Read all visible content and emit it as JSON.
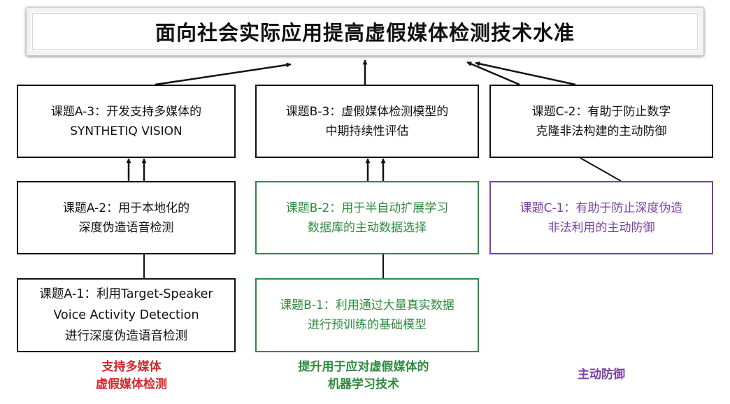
{
  "title": "面向社会实际应用提高虚假媒体检测技术水准",
  "boxes": {
    "a3": {
      "line1": "课题A-3：开发支持多媒体的",
      "line2": "SYNTHETIQ VISION"
    },
    "b3": {
      "line1": "课题B-3：虚假媒体检测模型的",
      "line2": "中期持续性评估"
    },
    "c2": {
      "line1": "课题C-2：有助于防止数字",
      "line2": "克隆非法构建的主动防御"
    },
    "a2": {
      "line1": "课题A-2：用于本地化的",
      "line2": "深度伪造语音检测"
    },
    "b2": {
      "line1": "课题B-2：用于半自动扩展学习",
      "line2": "数据库的主动数据选择"
    },
    "c1": {
      "line1": "课题C-1：有助于防止深度伪造",
      "line2": "非法利用的主动防御"
    },
    "a1": {
      "line1": "课题A-1：利用Target-Speaker",
      "line2": "Voice Activity Detection",
      "line3": "进行深度伪造语音检测"
    },
    "b1": {
      "line1": "课题B-1：利用通过大量真实数据",
      "line2": "进行预训练的基础模型"
    }
  },
  "categories": {
    "a": {
      "line1": "支持多媒体",
      "line2": "虚假媒体检测"
    },
    "b": {
      "line1": "提升用于应对虚假媒体的",
      "line2": "机器学习技术"
    },
    "c": {
      "line1": "主动防御"
    }
  },
  "colors": {
    "track_a": "#d6262b",
    "track_b": "#2e8b3f",
    "track_c": "#7b3fa3",
    "box_border": "#111111"
  }
}
